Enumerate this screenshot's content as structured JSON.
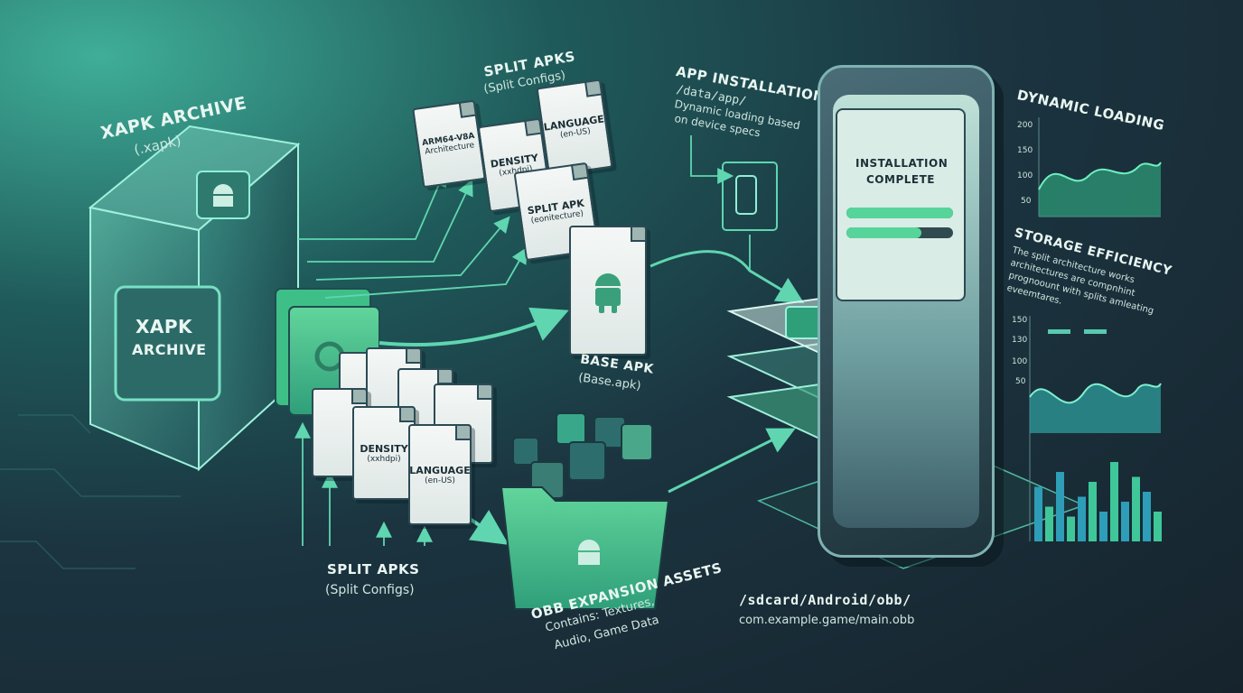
{
  "xapk": {
    "title": "XAPK ARCHIVE",
    "ext": "(.xapk)",
    "cube_label_line1": "XAPK",
    "cube_label_line2": "ARCHIVE",
    "icon": "android-chip-icon"
  },
  "split_top": {
    "title": "SPLIT APKs",
    "subtitle": "(Split Configs)",
    "files": [
      {
        "line1": "ARM64-v8a",
        "line2": "Architecture"
      },
      {
        "line1": "DENSITY",
        "line2": "(xxhdpi)"
      },
      {
        "line1": "LANGUAGE",
        "line2": "(en-US)"
      },
      {
        "line1": "SPLIT APK",
        "line2": "(eonitecture)"
      }
    ]
  },
  "split_bottom": {
    "title": "SPLIT APKs",
    "subtitle": "(Split Configs)",
    "files": [
      {
        "line1": "DENSITY",
        "line2": "(xxhdpi)"
      },
      {
        "line1": "LANGUAGE",
        "line2": "(en-US)"
      }
    ]
  },
  "base_apk": {
    "title": "BASE APK",
    "subtitle": "(Base.apk)",
    "icon": "android-icon"
  },
  "obb": {
    "title": "OBB EXPANSION ASSETS",
    "line1": "Contains: Textures,",
    "line2": "Audio, Game Data",
    "path_line1": "/sdcard/Android/obb/",
    "path_line2": "com.example.game/main.obb",
    "icons": [
      "database-icon",
      "image-icon",
      "gear-icon",
      "android-icon"
    ]
  },
  "install": {
    "title": "APP INSTALLATION",
    "path": "/data/app/",
    "desc_line1": "Dynamic loading based",
    "desc_line2": "on device specs",
    "screen_line1": "INSTALLATION",
    "screen_line2": "COMPLETE",
    "progress": [
      1.0,
      0.7
    ]
  },
  "dynamic": {
    "title": "DYNAMIC LOADING",
    "axis_ticks": [
      "200",
      "150",
      "100",
      "50"
    ]
  },
  "storage": {
    "title": "STORAGE EFFICIENCY",
    "line1": "The split architecture works",
    "line2": "architectures are compnhint",
    "line3": "prognoount with splits amleating",
    "line4": "eveemtares.",
    "axis_ticks": [
      "150",
      "130",
      "100",
      "50"
    ],
    "bars": [
      0.55,
      0.35,
      0.7,
      0.25,
      0.45,
      0.6,
      0.3,
      0.8,
      0.4,
      0.65,
      0.5,
      0.3
    ]
  },
  "colors": {
    "accent": "#56d49a",
    "teal": "#38b7a6",
    "dark": "#16232c"
  }
}
